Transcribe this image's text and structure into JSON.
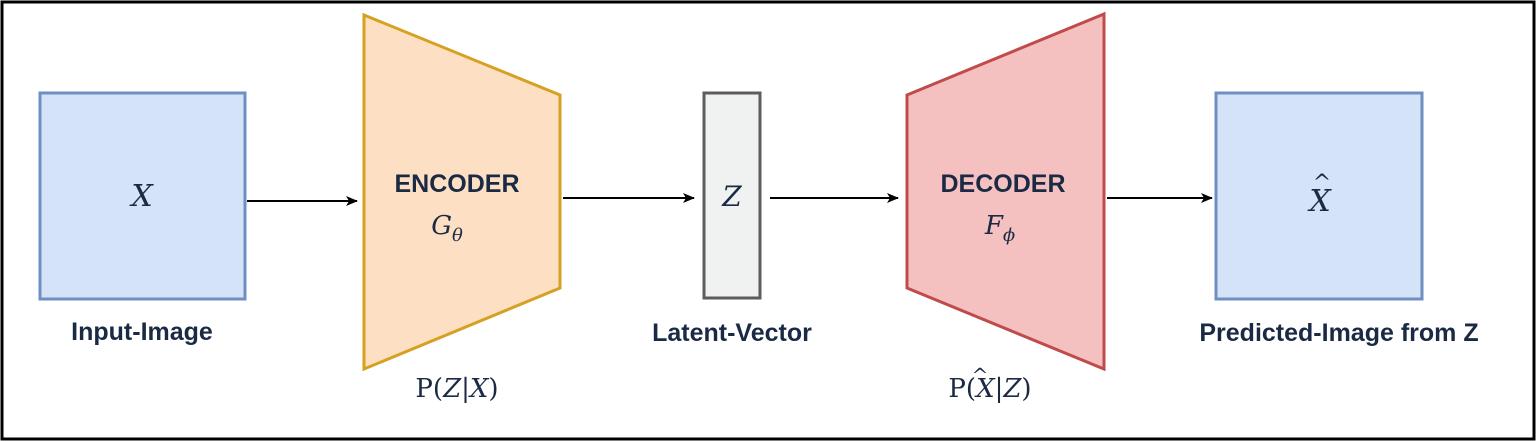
{
  "colors": {
    "frame": "#000000",
    "input_fill": "#d5e3f8",
    "input_stroke": "#6f8fc2",
    "encoder_fill": "#fde0c3",
    "encoder_stroke": "#d6a020",
    "latent_fill": "#f0f2f1",
    "latent_stroke": "#5c5c5c",
    "decoder_fill": "#f5c1c0",
    "decoder_stroke": "#bf4b4b",
    "text": "#1b2a44",
    "arrow": "#000000"
  },
  "input": {
    "symbol": "X",
    "caption": "Input-Image"
  },
  "encoder": {
    "title": "ENCODER",
    "func": "G",
    "func_sub": "θ",
    "prob_open": "P(",
    "prob_var": "Z",
    "prob_bar": "|",
    "prob_given": "X",
    "prob_close": ")"
  },
  "latent": {
    "symbol": "Z",
    "caption": "Latent-Vector"
  },
  "decoder": {
    "title": "DECODER",
    "func": "F",
    "func_sub": "ϕ",
    "prob_open": "P(",
    "prob_var": "X",
    "prob_hat": "^",
    "prob_bar": "|",
    "prob_given": "Z",
    "prob_close": ")"
  },
  "output": {
    "symbol": "X",
    "hat": "^",
    "caption": "Predicted-Image from Z"
  },
  "arrow_icons": [
    "arrow-right-icon",
    "arrow-right-icon",
    "arrow-right-icon",
    "arrow-right-icon"
  ]
}
